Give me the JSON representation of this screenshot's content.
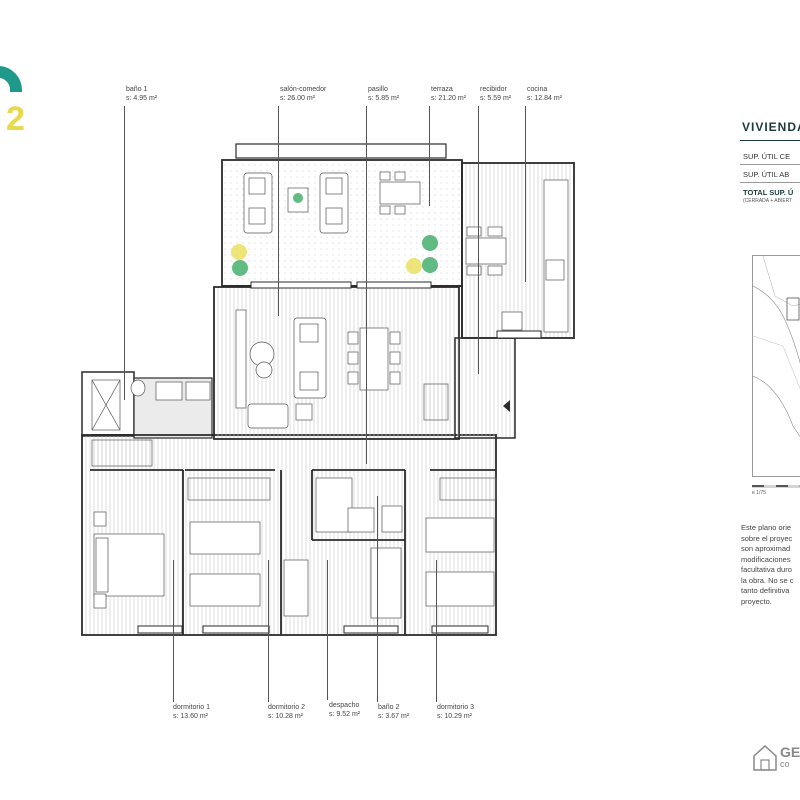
{
  "logo": {
    "digit": "2"
  },
  "labels": {
    "bano1": {
      "name": "baño 1",
      "area": "s: 4.95 m²"
    },
    "salon": {
      "name": "salón-comedor",
      "area": "s: 26.00 m²"
    },
    "pasillo": {
      "name": "pasillo",
      "area": "s: 5.85 m²"
    },
    "terraza": {
      "name": "terraza",
      "area": "s: 21.20 m²"
    },
    "recibidor": {
      "name": "recibidor",
      "area": "s: 5.59 m²"
    },
    "cocina": {
      "name": "cocina",
      "area": "s: 12.84 m²"
    },
    "dormitorio1": {
      "name": "dormitorio 1",
      "area": "s: 13.60 m²"
    },
    "dormitorio2": {
      "name": "dormitorio 2",
      "area": "s: 10.28 m²"
    },
    "despacho": {
      "name": "despacho",
      "area": "s: 9.52 m²"
    },
    "bano2": {
      "name": "baño 2",
      "area": "s: 3.67 m²"
    },
    "dormitorio3": {
      "name": "dormitorio 3",
      "area": "s: 10.29 m²"
    }
  },
  "panel": {
    "title": "VIVIENDA",
    "sup_cerrada": "SUP.   ÚTIL CE",
    "sup_abierta": "SUP.   ÚTIL AB",
    "total": "TOTAL SUP. Ú",
    "total_sub": "(CERRADA + ABIERT",
    "scale": "e 1/75",
    "note": [
      "Este plano orie",
      "sobre el proyec",
      "son aproximad",
      "modificaciones",
      "facultativa duro",
      "la obra. No se c",
      "tanto definitiva",
      "proyecto."
    ]
  },
  "brand": {
    "name": "GE",
    "sub": "co"
  },
  "colors": {
    "accent": "#1f9a8a",
    "accent_yellow": "#e8d84a",
    "plant_green": "#3aaa64",
    "plant_yellow": "#e8df58",
    "wall": "#2b2b2b",
    "dark_text": "#1c3a3a"
  }
}
